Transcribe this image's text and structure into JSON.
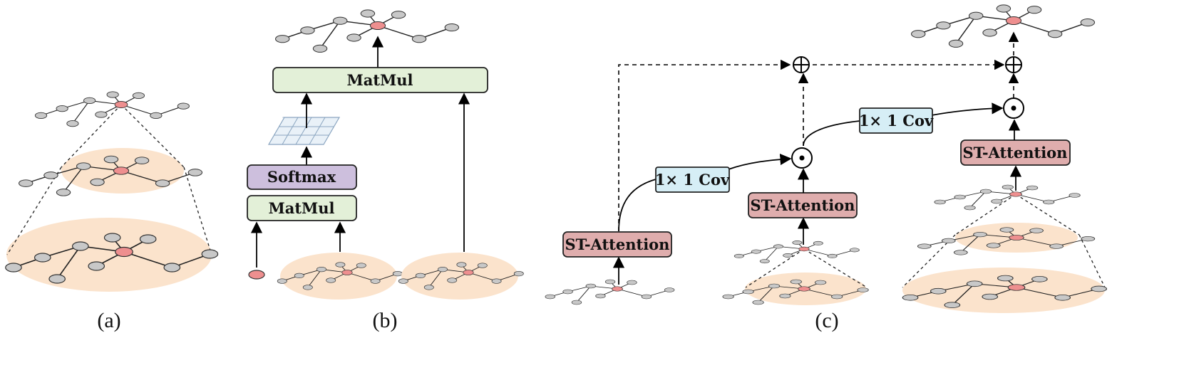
{
  "panel_a": {
    "caption": "(a)"
  },
  "panel_b": {
    "caption": "(b)",
    "matmul_top_label": "MatMul",
    "softmax_label": "Softmax",
    "matmul_bottom_label": "MatMul"
  },
  "panel_c": {
    "caption": "(c)",
    "st_attention_1": "ST-Attention",
    "st_attention_2": "ST-Attention",
    "st_attention_3": "ST-Attention",
    "conv_1": "1× 1 Cov",
    "conv_2": "1× 1 Cov",
    "plus_symbol": "⊕",
    "dot_symbol": "⊙"
  },
  "colors": {
    "matmul_fill": "#e3f0d8",
    "softmax_fill": "#cdbfdd",
    "st_attention_fill": "#dfadad",
    "conv_fill": "#d6eef6",
    "ellipse_fill": "#fbe3cc",
    "node_gray": "#c8c8c8",
    "node_center": "#ee8f8f"
  }
}
